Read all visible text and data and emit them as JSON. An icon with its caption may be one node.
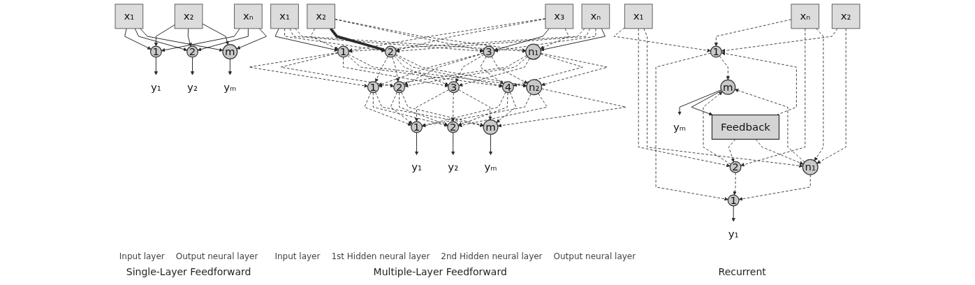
{
  "diagram": {
    "nodes": [
      {
        "text": [
          "x₁"
        ]
      },
      {
        "text": [
          "x₂"
        ]
      },
      {
        "text": [
          "xₙ"
        ]
      },
      {
        "text": [
          "1"
        ]
      },
      {
        "text": [
          "2"
        ]
      },
      {
        "text": [
          "m"
        ]
      },
      {
        "text": [
          "y₁"
        ]
      },
      {
        "text": [
          "y₂"
        ]
      },
      {
        "text": [
          "yₘ"
        ]
      },
      {
        "text": [
          "x₁"
        ]
      },
      {
        "text": [
          "x₂"
        ]
      },
      {
        "text": [
          "x₃"
        ]
      },
      {
        "text": [
          "xₙ"
        ]
      },
      {
        "text": [
          "1"
        ]
      },
      {
        "text": [
          "2"
        ]
      },
      {
        "text": [
          "3"
        ]
      },
      {
        "text": [
          "n₁"
        ]
      },
      {
        "text": [
          "1"
        ]
      },
      {
        "text": [
          "2"
        ]
      },
      {
        "text": [
          "3"
        ]
      },
      {
        "text": [
          "4"
        ]
      },
      {
        "text": [
          "n₂"
        ]
      },
      {
        "text": [
          "1"
        ]
      },
      {
        "text": [
          "2"
        ]
      },
      {
        "text": [
          "m"
        ]
      },
      {
        "text": [
          "y₁"
        ]
      },
      {
        "text": [
          "y₂"
        ]
      },
      {
        "text": [
          "yₘ"
        ]
      },
      {
        "text": [
          "x₁"
        ]
      },
      {
        "text": [
          "x₂"
        ]
      },
      {
        "text": [
          "xₙ"
        ]
      },
      {
        "text": [
          "1"
        ]
      },
      {
        "text": [
          "2"
        ]
      },
      {
        "text": [
          "n₁"
        ]
      },
      {
        "text": [
          "1"
        ]
      },
      {
        "text": [
          "m"
        ]
      },
      {
        "text": [
          "y₁"
        ]
      },
      {
        "text": [
          "yₘ"
        ]
      },
      {
        "text": [
          "Feedback"
        ]
      }
    ],
    "edges": [
      {
        "from": 0,
        "to": 3,
        "arrow": "to"
      },
      {
        "from": 0,
        "to": 4,
        "arrow": "to"
      },
      {
        "from": 0,
        "to": 5,
        "arrow": "to"
      },
      {
        "from": 1,
        "to": 3,
        "arrow": "to"
      },
      {
        "from": 1,
        "to": 4,
        "arrow": "to"
      },
      {
        "from": 1,
        "to": 5,
        "arrow": "to"
      },
      {
        "from": 2,
        "to": 3,
        "arrow": "to"
      },
      {
        "from": 2,
        "to": 4,
        "arrow": "to"
      },
      {
        "from": 2,
        "to": 5,
        "arrow": "to"
      },
      {
        "from": 3,
        "to": 6,
        "arrow": "to"
      },
      {
        "from": 4,
        "to": 7,
        "arrow": "to"
      },
      {
        "from": 5,
        "to": 8,
        "arrow": "to"
      },
      {
        "from": 9,
        "to": 13,
        "arrow": "to"
      },
      {
        "from": 9,
        "to": 14,
        "arrow": "to",
        "style": "dashed"
      },
      {
        "from": 9,
        "to": 15,
        "arrow": "to",
        "style": "dashed"
      },
      {
        "from": 9,
        "to": 16,
        "arrow": "to",
        "style": "dashed"
      },
      {
        "from": 10,
        "to": 13,
        "arrow": "to",
        "style": "dashed"
      },
      {
        "from": 10,
        "to": 14,
        "arrow": "to",
        "style": "thick"
      },
      {
        "from": 10,
        "to": 15,
        "arrow": "to",
        "style": "dashed"
      },
      {
        "from": 10,
        "to": 16,
        "arrow": "to",
        "style": "dashed"
      },
      {
        "from": 11,
        "to": 13,
        "arrow": "to",
        "style": "dashed"
      },
      {
        "from": 11,
        "to": 14,
        "arrow": "to",
        "style": "dashed"
      },
      {
        "from": 11,
        "to": 15,
        "arrow": "to"
      },
      {
        "from": 11,
        "to": 16,
        "arrow": "to",
        "style": "dashed"
      },
      {
        "from": 12,
        "to": 13,
        "arrow": "to",
        "style": "dashed"
      },
      {
        "from": 12,
        "to": 14,
        "arrow": "to",
        "style": "dashed"
      },
      {
        "from": 12,
        "to": 15,
        "arrow": "to",
        "style": "dashed"
      },
      {
        "from": 12,
        "to": 16,
        "arrow": "to"
      },
      {
        "from": 13,
        "to": 17,
        "arrow": "to",
        "style": "dashed"
      },
      {
        "from": 13,
        "to": 18,
        "arrow": "to",
        "style": "dashed"
      },
      {
        "from": 13,
        "to": 19,
        "arrow": "to",
        "style": "dashed"
      },
      {
        "from": 13,
        "to": 20,
        "arrow": "to",
        "style": "dashed"
      },
      {
        "from": 13,
        "to": 21,
        "arrow": "to",
        "style": "dashed"
      },
      {
        "from": 14,
        "to": 17,
        "arrow": "to",
        "style": "dashed"
      },
      {
        "from": 14,
        "to": 18,
        "arrow": "to",
        "style": "dashed"
      },
      {
        "from": 14,
        "to": 19,
        "arrow": "to",
        "style": "dashed"
      },
      {
        "from": 14,
        "to": 20,
        "arrow": "to",
        "style": "dashed"
      },
      {
        "from": 14,
        "to": 21,
        "arrow": "to",
        "style": "dashed"
      },
      {
        "from": 15,
        "to": 17,
        "arrow": "to",
        "style": "dashed"
      },
      {
        "from": 15,
        "to": 18,
        "arrow": "to",
        "style": "dashed"
      },
      {
        "from": 15,
        "to": 19,
        "arrow": "to",
        "style": "dashed"
      },
      {
        "from": 15,
        "to": 20,
        "arrow": "to",
        "style": "dashed"
      },
      {
        "from": 15,
        "to": 21,
        "arrow": "to",
        "style": "dashed"
      },
      {
        "from": 16,
        "to": 17,
        "arrow": "to",
        "style": "dashed"
      },
      {
        "from": 16,
        "to": 18,
        "arrow": "to",
        "style": "dashed"
      },
      {
        "from": 16,
        "to": 19,
        "arrow": "to",
        "style": "dashed"
      },
      {
        "from": 16,
        "to": 20,
        "arrow": "to",
        "style": "dashed"
      },
      {
        "from": 16,
        "to": 21,
        "arrow": "to",
        "style": "dashed"
      },
      {
        "from": 17,
        "to": 22,
        "arrow": "to",
        "style": "dashed"
      },
      {
        "from": 17,
        "to": 23,
        "arrow": "to",
        "style": "dashed"
      },
      {
        "from": 17,
        "to": 24,
        "arrow": "to",
        "style": "dashed"
      },
      {
        "from": 18,
        "to": 22,
        "arrow": "to",
        "style": "dashed"
      },
      {
        "from": 18,
        "to": 23,
        "arrow": "to",
        "style": "dashed"
      },
      {
        "from": 18,
        "to": 24,
        "arrow": "to",
        "style": "dashed"
      },
      {
        "from": 19,
        "to": 22,
        "arrow": "to",
        "style": "dashed"
      },
      {
        "from": 19,
        "to": 23,
        "arrow": "to",
        "style": "dashed"
      },
      {
        "from": 19,
        "to": 24,
        "arrow": "to",
        "style": "dashed"
      },
      {
        "from": 20,
        "to": 22,
        "arrow": "to",
        "style": "dashed"
      },
      {
        "from": 20,
        "to": 23,
        "arrow": "to",
        "style": "dashed"
      },
      {
        "from": 20,
        "to": 24,
        "arrow": "to",
        "style": "dashed"
      },
      {
        "from": 21,
        "to": 22,
        "arrow": "to",
        "style": "dashed"
      },
      {
        "from": 21,
        "to": 23,
        "arrow": "to",
        "style": "dashed"
      },
      {
        "from": 21,
        "to": 24,
        "arrow": "to",
        "style": "dashed"
      },
      {
        "from": 22,
        "to": 25,
        "arrow": "to"
      },
      {
        "from": 23,
        "to": 26,
        "arrow": "to"
      },
      {
        "from": 24,
        "to": 27,
        "arrow": "to"
      },
      {
        "from": 28,
        "to": 31,
        "arrow": "to",
        "style": "dashed"
      },
      {
        "from": 28,
        "to": 32,
        "arrow": "to",
        "style": "dashed"
      },
      {
        "from": 28,
        "to": 33,
        "arrow": "to",
        "style": "dashed"
      },
      {
        "from": 29,
        "to": 31,
        "arrow": "to",
        "style": "dashed"
      },
      {
        "from": 29,
        "to": 33,
        "arrow": "to",
        "style": "dashed"
      },
      {
        "from": 30,
        "to": 31,
        "arrow": "to",
        "style": "dashed"
      },
      {
        "from": 30,
        "to": 32,
        "arrow": "to",
        "style": "dashed"
      },
      {
        "from": 30,
        "to": 33,
        "arrow": "to",
        "style": "dashed"
      },
      {
        "from": 31,
        "to": 34,
        "arrow": "to",
        "style": "dashed"
      },
      {
        "from": 31,
        "to": 35,
        "arrow": "to",
        "style": "dashed"
      },
      {
        "from": 32,
        "to": 34,
        "arrow": "to",
        "style": "dashed"
      },
      {
        "from": 32,
        "to": 35,
        "arrow": "to",
        "style": "dashed"
      },
      {
        "from": 33,
        "to": 34,
        "arrow": "to",
        "style": "dashed"
      },
      {
        "from": 33,
        "to": 35,
        "arrow": "to",
        "style": "dashed"
      },
      {
        "from": 34,
        "to": 36,
        "arrow": "to"
      },
      {
        "from": 35,
        "to": 37,
        "arrow": "to"
      },
      {
        "from": 35,
        "to": 38,
        "arrow": "to"
      },
      {
        "from": 38,
        "to": 31,
        "arrow": "to",
        "style": "dashed"
      },
      {
        "from": 38,
        "to": 32,
        "arrow": "to",
        "style": "dashed"
      },
      {
        "from": 38,
        "to": 33,
        "arrow": "to",
        "style": "dashed"
      }
    ],
    "labels": [
      "Input layer",
      "Output neural layer",
      "Input layer",
      "1st Hidden neural layer",
      "2nd Hidden neural layer",
      "Output neural layer",
      "Single-Layer Feedforward",
      "Multiple-Layer Feedforward",
      "Recurrent"
    ]
  }
}
